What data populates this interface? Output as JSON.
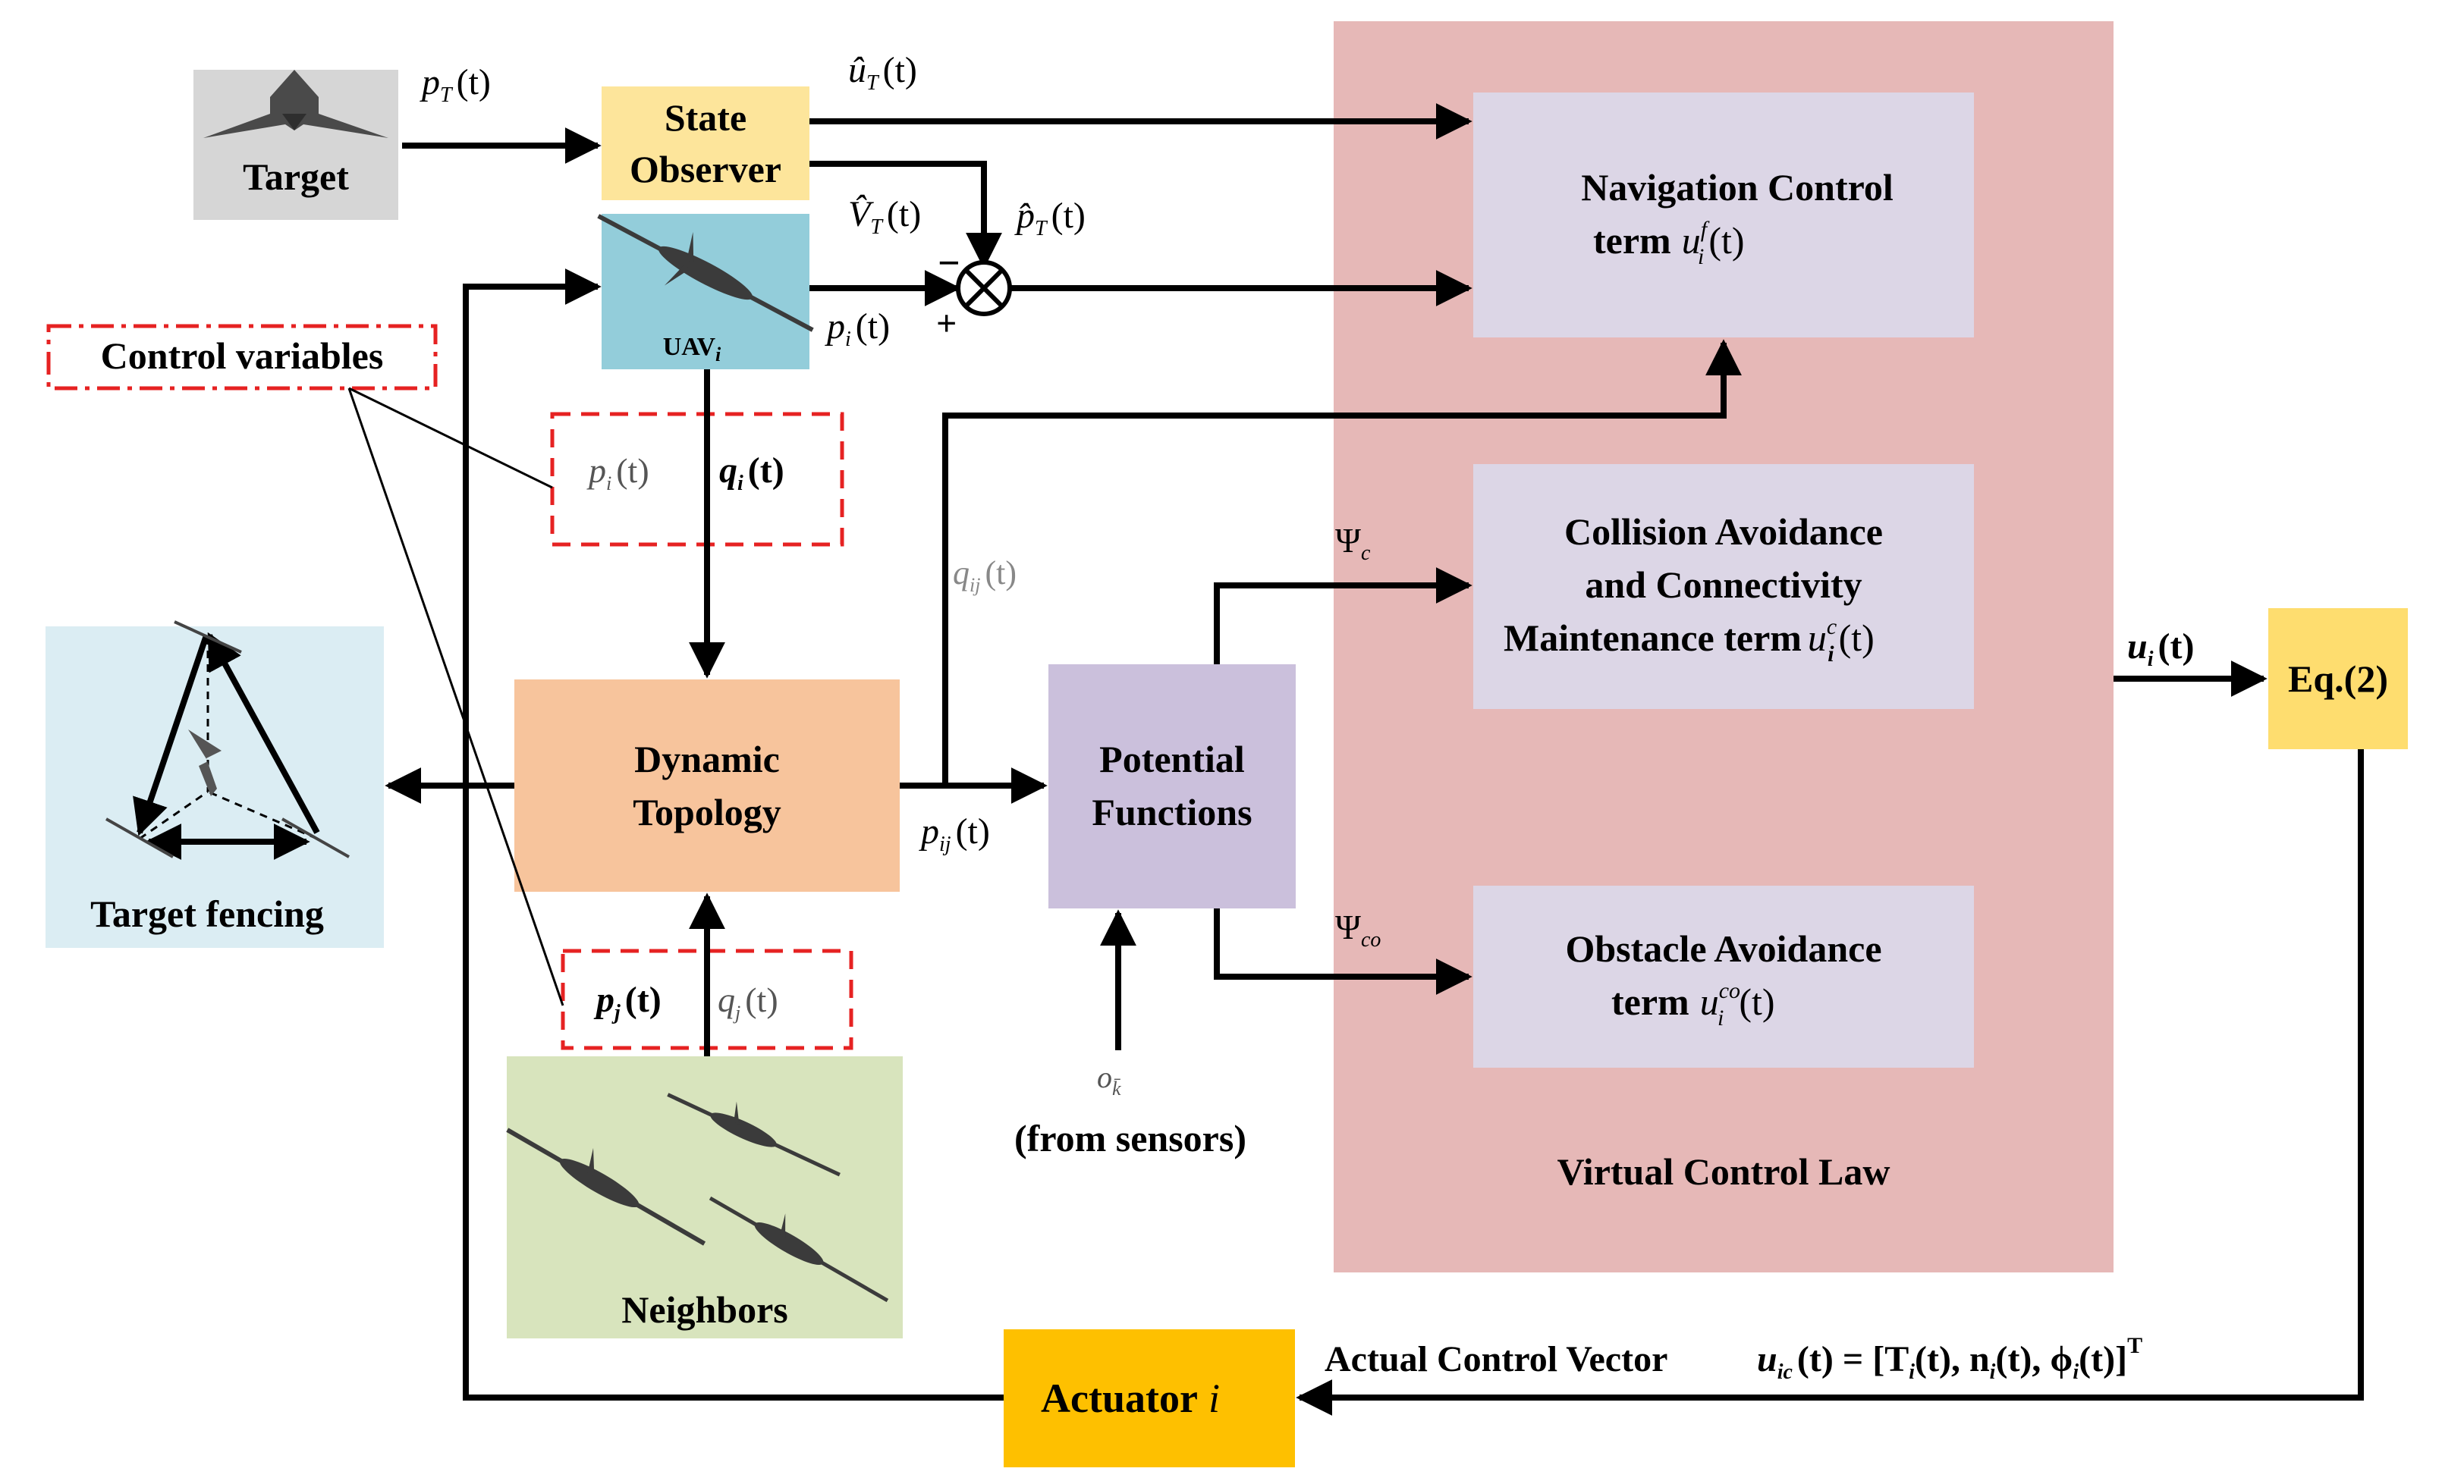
{
  "labels": {
    "target": "Target",
    "state_observer_1": "State",
    "state_observer_2": "Observer",
    "uav": "UAV",
    "uav_sub": "i",
    "control_variables": "Control variables",
    "target_fencing": "Target fencing",
    "dynamic_topology_1": "Dynamic",
    "dynamic_topology_2": "Topology",
    "potential_functions_1": "Potential",
    "potential_functions_2": "Functions",
    "neighbors": "Neighbors",
    "navigation_1": "Navigation  Control",
    "navigation_2": "term",
    "collision_1": "Collision Avoidance",
    "collision_2": "and Connectivity",
    "collision_3": "Maintenance term",
    "obstacle_1": "Obstacle Avoidance",
    "obstacle_2": "term",
    "virtual_control_law": "Virtual Control Law",
    "eq2": "Eq.(2)",
    "actuator": "Actuator",
    "actuator_i": "i",
    "actual_control_vector": "Actual Control Vector",
    "from_sensors": "(from sensors)"
  },
  "math": {
    "p_T": "p",
    "p_T_sub": "T",
    "u_T": "û",
    "u_T_sub": "T",
    "V_T": "V̂",
    "V_T_sub": "T",
    "p_T_hat": "p̂",
    "p_T_hat_sub": "T",
    "p_i": "p",
    "p_i_sub": "i",
    "q_i": "q",
    "q_i_sub": "i",
    "q_ij": "q",
    "q_ij_sub": "ij",
    "p_ij": "p",
    "p_ij_sub": "ij",
    "p_j": "p",
    "p_j_sub": "j",
    "q_j": "q",
    "q_j_sub": "j",
    "psi_c": "Ψ",
    "psi_c_sub": "c",
    "psi_co": "Ψ",
    "psi_co_sub": "co",
    "u_i_out": "u",
    "u_i_out_sub": "i",
    "u_f": "u",
    "u_f_sup": "f",
    "u_f_sub": "i",
    "u_c": "u",
    "u_c_sup": "c",
    "u_c_sub": "i",
    "u_co": "u",
    "u_co_sup": "co",
    "u_co_sub": "i",
    "o_k": "o",
    "o_k_sub": "k̄",
    "t_arg": "(t)",
    "minus": "−",
    "plus": "+",
    "u_ic": "u",
    "u_ic_sub": "ic",
    "u_ic_rhs": "(t) = [T",
    "u_ic_T_sub": "i",
    "u_ic_n": "(t), n",
    "u_ic_n_sub": "i",
    "u_ic_phi": "(t), ϕ",
    "u_ic_phi_sub": "i",
    "u_ic_end": "(t)]",
    "u_ic_sup": "T"
  },
  "colors": {
    "target_box": "#d6d6d6",
    "state_observer": "#fde59b",
    "uav_box": "#93cdda",
    "target_fencing_box": "#dbedf3",
    "dynamic_topology": "#f7c49c",
    "potential_functions": "#cbc0dc",
    "neighbors_box": "#d8e4bd",
    "virtual_control_law": "#e6b8b7",
    "term_box": "#dcd6e6",
    "eq2_box": "#fedd6f",
    "actuator_box": "#fec000",
    "dashed_red": "#e62222"
  },
  "icons": [
    "target-aircraft-icon",
    "uav-icon",
    "neighbors-uav-icon",
    "target-fencing-formation-icon",
    "summing-junction-icon"
  ]
}
